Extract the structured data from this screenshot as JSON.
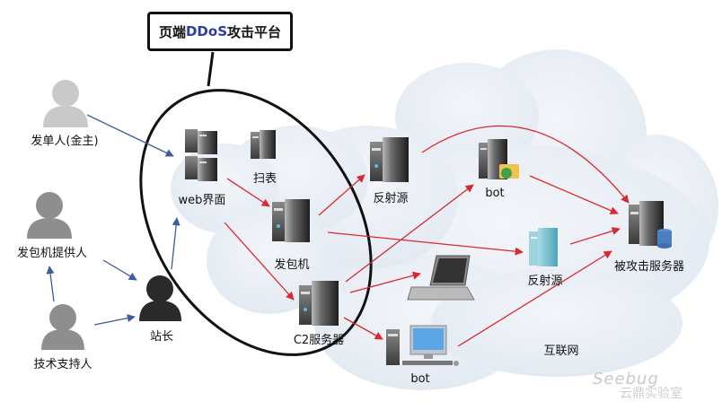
{
  "title": {
    "prefix": "页端",
    "highlight": "DDoS",
    "suffix": "攻击平台"
  },
  "actors": [
    {
      "id": "buyer",
      "label": "发单人(金主)",
      "icon": "person-icon-light"
    },
    {
      "id": "bot-provider",
      "label": "发包机提供人",
      "icon": "person-icon-mid"
    },
    {
      "id": "tech-support",
      "label": "技术支持人",
      "icon": "person-icon-mid"
    },
    {
      "id": "admin",
      "label": "站长",
      "icon": "person-icon-dark"
    }
  ],
  "platform_nodes": [
    {
      "id": "web",
      "label": "web界面",
      "icon": "server-cluster-icon"
    },
    {
      "id": "scan",
      "label": "扫表",
      "icon": "server-icon"
    },
    {
      "id": "sender",
      "label": "发包机",
      "icon": "server-icon"
    },
    {
      "id": "c2",
      "label": "C2服务器",
      "icon": "server-icon"
    }
  ],
  "internet_nodes": [
    {
      "id": "reflector1",
      "label": "反射源",
      "icon": "server-icon"
    },
    {
      "id": "bot1",
      "label": "bot",
      "icon": "server-with-folder-icon"
    },
    {
      "id": "laptop",
      "label": "",
      "icon": "laptop-icon"
    },
    {
      "id": "reflector2",
      "label": "反射源",
      "icon": "server-icon-cyan"
    },
    {
      "id": "bot2",
      "label": "bot",
      "icon": "desktop-pc-icon"
    },
    {
      "id": "victim",
      "label": "被攻击服务器",
      "icon": "server-with-database-icon"
    }
  ],
  "internet_label": "互联网",
  "watermark": {
    "text": "Seebug",
    "sub": "云鼎实验室"
  },
  "colors": {
    "actor_arrow": "#3b5f9a",
    "attack_arrow": "#d9282f",
    "ellipse": "#111111",
    "cloud": "#e6ecf4"
  },
  "edges": [
    {
      "from": "buyer",
      "to": "web",
      "type": "actor"
    },
    {
      "from": "bot-provider",
      "to": "admin",
      "type": "actor"
    },
    {
      "from": "tech-support",
      "to": "bot-provider",
      "type": "actor"
    },
    {
      "from": "tech-support",
      "to": "admin",
      "type": "actor"
    },
    {
      "from": "admin",
      "to": "web",
      "type": "actor"
    },
    {
      "from": "web",
      "to": "sender",
      "type": "attack"
    },
    {
      "from": "web",
      "to": "c2",
      "type": "attack"
    },
    {
      "from": "sender",
      "to": "reflector1",
      "type": "attack"
    },
    {
      "from": "sender",
      "to": "reflector2",
      "type": "attack"
    },
    {
      "from": "c2",
      "to": "bot1",
      "type": "attack"
    },
    {
      "from": "c2",
      "to": "laptop",
      "type": "attack"
    },
    {
      "from": "c2",
      "to": "bot2",
      "type": "attack"
    },
    {
      "from": "reflector1",
      "to": "victim",
      "type": "attack"
    },
    {
      "from": "bot1",
      "to": "victim",
      "type": "attack"
    },
    {
      "from": "reflector2",
      "to": "victim",
      "type": "attack"
    },
    {
      "from": "bot2",
      "to": "victim",
      "type": "attack"
    }
  ]
}
